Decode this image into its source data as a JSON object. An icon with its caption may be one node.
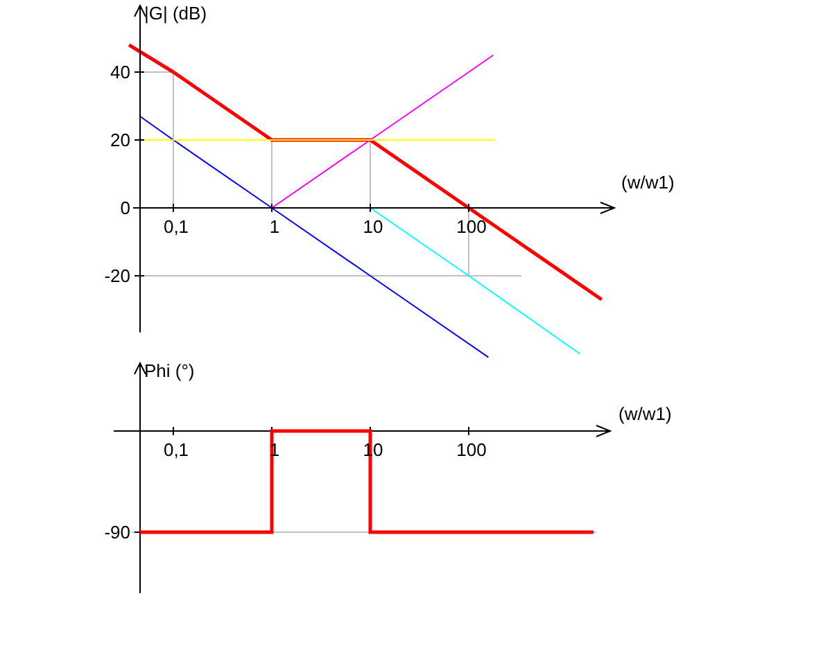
{
  "diagram": {
    "labels": [
      "(w/w1)",
      "Phi (°)",
      "(w/w1)",
      "0,1",
      "1",
      "10",
      "100",
      "-90"
    ],
    "chart_data": {
      "type": "line",
      "ylabel": "|G| (dB)",
      "categories": [
        "0,1",
        "1",
        "10",
        "100"
      ],
      "ylim": [
        -36.7,
        59.6
      ],
      "yticks": [
        -20,
        0,
        20,
        40
      ],
      "series": [
        {
          "color": "#ff0000",
          "values": [
            40,
            20,
            20,
            0
          ]
        },
        {
          "color": "#0000ff",
          "values": [
            20,
            0,
            -20,
            null
          ]
        },
        {
          "color": "#ff00ff",
          "values": [
            0,
            0,
            20,
            40
          ]
        },
        {
          "color": "#00ffff",
          "values": [
            null,
            null,
            0,
            -20
          ]
        },
        {
          "color": "#ffff00",
          "values": [
            20,
            20,
            20,
            20
          ]
        }
      ]
    }
  }
}
